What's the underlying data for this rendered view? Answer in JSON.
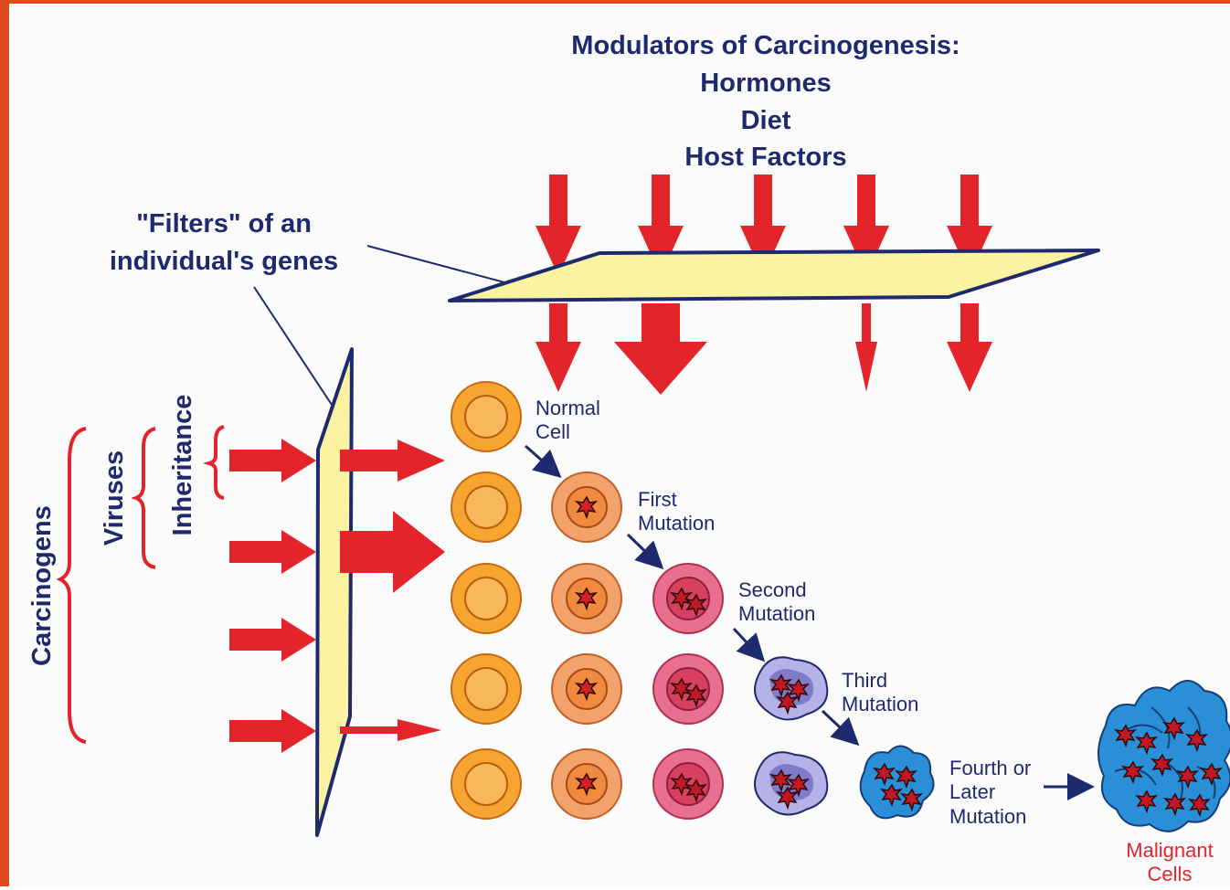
{
  "modulators": {
    "title": "Modulators of Carcinogenesis:",
    "items": [
      "Hormones",
      "Diet",
      "Host Factors"
    ]
  },
  "filters_label": {
    "line1": "\"Filters\" of an",
    "line2": "individual's genes"
  },
  "side_labels": {
    "carcinogens": "Carcinogens",
    "viruses": "Viruses",
    "inheritance": "Inheritance"
  },
  "stages": {
    "normal": [
      "Normal",
      "Cell"
    ],
    "first": [
      "First",
      "Mutation"
    ],
    "second": [
      "Second",
      "Mutation"
    ],
    "third": [
      "Third",
      "Mutation"
    ],
    "fourth": [
      "Fourth or",
      "Later",
      "Mutation"
    ],
    "malignant": [
      "Malignant",
      "Cells"
    ]
  },
  "colors": {
    "arrow_red": "#e3242b",
    "filter_fill": "#fbf3a2",
    "outline_navy": "#1f2a6e",
    "normal_cell": "#f7a531",
    "first_mutation_cell": "#f2a26a",
    "second_mutation_cell": "#e05a7a",
    "third_mutation_cell": "#a9a8e0",
    "fourth_mutation_cell": "#2b8fd8",
    "malignant_cell": "#2b8fd8",
    "frame_border": "#e04a1c"
  }
}
